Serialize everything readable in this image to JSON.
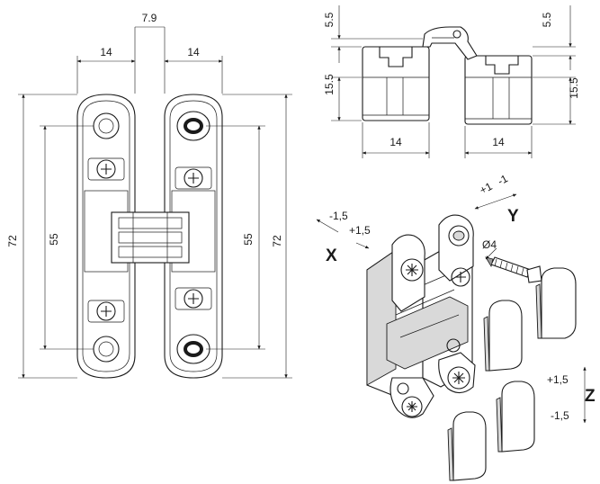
{
  "front_view": {
    "dim_top_center": "7.9",
    "dim_top_left": "14",
    "dim_top_right": "14",
    "dim_height_left": "72",
    "dim_height_right": "72",
    "dim_inner_left": "55",
    "dim_inner_right": "55"
  },
  "top_view": {
    "dim_top_left": "5.5",
    "dim_top_right": "5.5",
    "dim_side_left": "15.5",
    "dim_side_right": "15.5",
    "dim_width_left": "14",
    "dim_width_right": "14"
  },
  "iso_view": {
    "axis_x": "X",
    "axis_y": "Y",
    "axis_z": "Z",
    "x_minus": "-1,5",
    "x_plus": "+1,5",
    "y_plus": "+1",
    "y_minus": "-1",
    "z_plus": "+1,5",
    "z_minus": "-1,5",
    "screw_diameter": "Ø4"
  }
}
